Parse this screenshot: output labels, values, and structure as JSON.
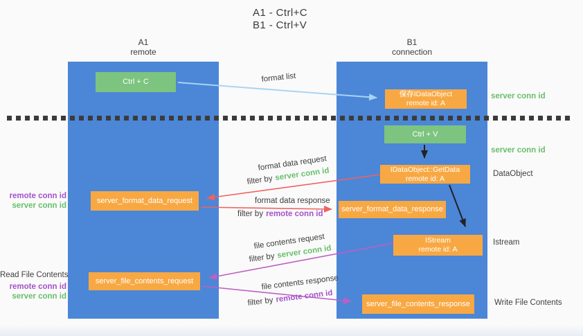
{
  "title": {
    "line1": "A1 - Ctrl+C",
    "line2": "B1 - Ctrl+V"
  },
  "lanes": {
    "left": {
      "name": "A1",
      "subtitle": "remote"
    },
    "right": {
      "name": "B1",
      "subtitle": "connection"
    }
  },
  "nodes": {
    "ctrl_c": {
      "label": "Ctrl + C"
    },
    "ctrl_v": {
      "label": "Ctrl + V"
    },
    "save_dataobject": {
      "line1": "保存IDataObject",
      "line2": "remote id: A"
    },
    "getdata": {
      "line1": "IDataObject::GetData",
      "line2": "remote id: A"
    },
    "istream": {
      "line1": "IStream",
      "line2": "remote id: A"
    },
    "server_format_data_request": {
      "label": "server_format_data_request"
    },
    "server_format_data_response": {
      "label": "server_format_data_response"
    },
    "server_file_contents_request": {
      "label": "server_file_contents_request"
    },
    "server_file_contents_response": {
      "label": "server_file_contents_response"
    }
  },
  "flow_labels": {
    "format_list": "format list",
    "format_data_request": "format data request",
    "format_data_response": "format data response",
    "file_contents_request": "file contents request",
    "file_contents_response": "file contents response",
    "filter_by": "filter by",
    "server_conn_id": "server conn id",
    "remote_conn_id": "remote conn id"
  },
  "side_labels": {
    "right_server_conn_id_top": "server conn id",
    "right_server_conn_id_mid": "server conn id",
    "right_dataobject": "DataObject",
    "right_istream": "Istream",
    "right_write_file_contents": "Write File Contents",
    "left_remote_conn_id_top": "remote conn id",
    "left_server_conn_id_top": "server conn id",
    "left_read_file_contents": "Read File Contents",
    "left_remote_conn_id_bottom": "remote conn id",
    "left_server_conn_id_bottom": "server conn id"
  },
  "colors": {
    "lane_blue": "#4C86D7",
    "node_green": "#7CC47F",
    "node_orange": "#F8A843",
    "arrow_light_blue": "#A9D3F3",
    "arrow_red": "#ED6360",
    "arrow_magenta": "#BF5EC4",
    "arrow_black": "#222222",
    "text_green": "#67BF6B",
    "text_purple": "#A551C9",
    "text_dark": "#3D3D3D",
    "divider_dark": "#3B3B3B",
    "background": "#FAFAFA"
  }
}
